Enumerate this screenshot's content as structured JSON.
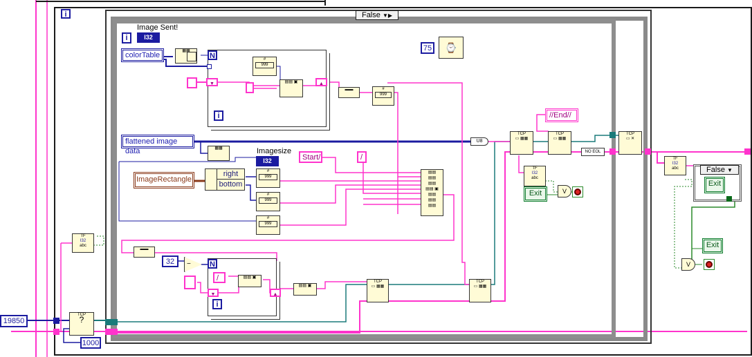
{
  "outer": {
    "iteration_terminal": "i",
    "case_selector_value": "False"
  },
  "controls": {
    "image_sent_label": "Image Sent!",
    "image_sent_type": "I32",
    "color_table": "colorTable",
    "flattened_image_data": "flattened image data",
    "image_rectangle": "ImageRectangle",
    "unbundle_right": "right",
    "unbundle_bottom": "bottom",
    "imagesize_label": "Imagesize",
    "imagesize_type": "I32",
    "start_string": "Start/",
    "slash_string": "/",
    "slash_string_2": "/",
    "end_string": "//End//",
    "no_eol": "NO EOL",
    "port": "19850",
    "timeout": "1000",
    "wait_ms": "75",
    "const_32": "32",
    "n_label": "N",
    "i_label": "i",
    "exit_button": "Exit",
    "exit_button_2": "Exit",
    "exit_button_3": "Exit",
    "inner_case_value": "False"
  },
  "nodes": {
    "tcp": "TCP",
    "tf": "TF",
    "abc": "abc",
    "num_fmt": "999",
    "hash": "#"
  },
  "colors": {
    "wire_pink": "#ff33cc",
    "wire_blue": "#1b1ba0",
    "wire_teal": "#1a7a7a",
    "wire_green": "#2a8a2a",
    "node_fill": "#fffbd6",
    "structure_gray": "#8a8a8a"
  }
}
